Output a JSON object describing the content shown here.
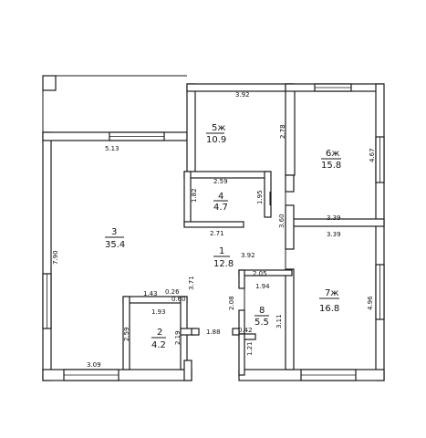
{
  "rooms": [
    {
      "number": "1",
      "area": "12.8"
    },
    {
      "number": "2",
      "area": "4.2"
    },
    {
      "number": "3",
      "area": "35.4"
    },
    {
      "number": "4",
      "area": "4.7"
    },
    {
      "number": "5ж",
      "area": "10.9"
    },
    {
      "number": "6ж",
      "area": "15.8"
    },
    {
      "number": "7ж",
      "area": "16.8"
    },
    {
      "number": "8",
      "area": "5.5"
    }
  ],
  "dimensions": {
    "d392_top": "3.92",
    "d278": "2.78",
    "d513": "5.13",
    "d467": "4.67",
    "d259": "2.59",
    "d182": "1.82",
    "d195": "1.95",
    "d339_a": "3.39",
    "d339_b": "3.39",
    "d360": "3.60",
    "d790": "7.90",
    "d271": "2.71",
    "d392_mid": "3.92",
    "d205": "2.05",
    "d194": "1.94",
    "d496": "4.96",
    "d371": "3.71",
    "d143": "1.43",
    "d026": "0.26",
    "d060": "0.60",
    "d193": "1.93",
    "d208": "2.08",
    "d311": "3.11",
    "d259_small": "2.59",
    "d219": "2.19",
    "d188": "1.88",
    "d042": "0.42",
    "d121": "1.21",
    "d309": "3.09"
  }
}
